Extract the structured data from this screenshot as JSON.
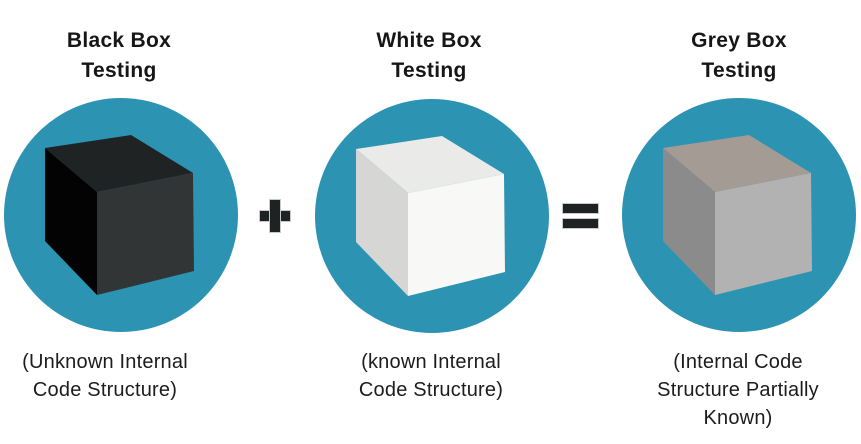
{
  "colors": {
    "circle": "#2D93B2",
    "title_text": "#161616",
    "caption_text": "#1C1C1C",
    "operator": "#1F2223"
  },
  "panels": [
    {
      "title": "Black Box\nTesting",
      "caption": "(Unknown Internal\nCode Structure)",
      "cube": {
        "kind": "black-cube",
        "top": "#1F2324",
        "left": "#030303",
        "right": "#323536"
      }
    },
    {
      "title": "White Box\nTesting",
      "caption": "(known Internal\nCode Structure)",
      "cube": {
        "kind": "white-cube",
        "top": "#EAEAE8",
        "left": "#D6D6D4",
        "right": "#F8F8F6"
      }
    },
    {
      "title": "Grey Box\nTesting",
      "caption": "(Internal Code\nStructure Partially\nKnown)",
      "cube": {
        "kind": "grey-cube",
        "top": "#A49B95",
        "left": "#8B8B8B",
        "right": "#B2B2B2"
      }
    }
  ],
  "operators": {
    "plus": "+",
    "equals": "="
  }
}
